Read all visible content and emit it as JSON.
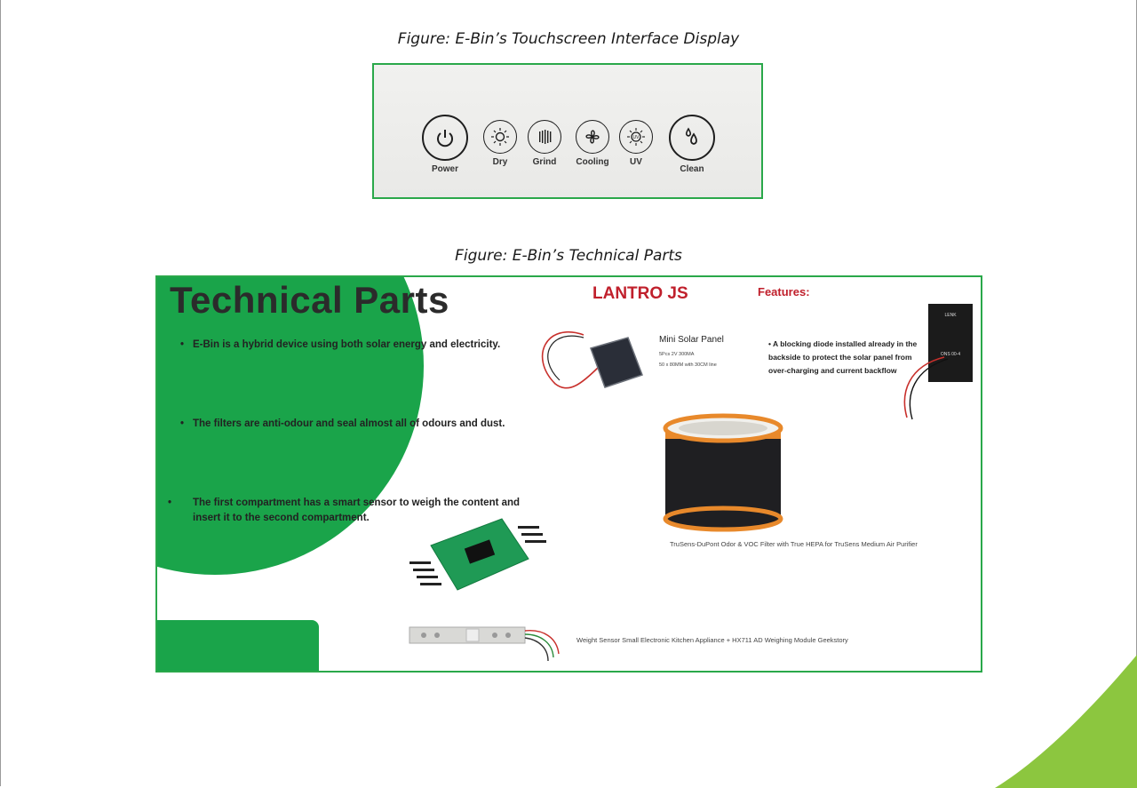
{
  "captions": {
    "touchscreen": "Figure: E-Bin’s Touchscreen Interface Display",
    "technical": "Figure: E-Bin’s Technical Parts"
  },
  "touch_buttons": [
    {
      "label": "Power",
      "icon": "power-icon"
    },
    {
      "label": "Dry",
      "icon": "sun-icon"
    },
    {
      "label": "Grind",
      "icon": "grind-icon"
    },
    {
      "label": "Cooling",
      "icon": "fan-icon"
    },
    {
      "label": "UV",
      "icon": "uv-icon"
    },
    {
      "label": "Clean",
      "icon": "droplets-icon"
    }
  ],
  "technical": {
    "title": "Technical Parts",
    "bullets": [
      "E-Bin is a hybrid device using both solar energy and electricity.",
      "The filters are anti-odour and seal almost all of odours and dust.",
      "The first compartment has a smart sensor to weigh the content and insert it to the second compartment."
    ],
    "brand": "LANTRO JS",
    "features_heading": "Features:",
    "features": [
      "A blocking diode installed already in the backside to protect the solar panel from over-charging and current backflow"
    ],
    "solar_panel": {
      "name": "Mini Solar Panel",
      "spec1": "5Pcs 2V 300MA",
      "spec2": "50 x 80MM with 30CM line"
    },
    "box_label_top": "LENK",
    "box_label_mid": "ONS 00-4",
    "filter_caption": "TruSens-DuPont Odor & VOC Filter with True HEPA for TruSens Medium Air Purifier",
    "sensor_caption": "Weight Sensor Small Electronic Kitchen Appliance + HX711 AD Weighing Module Geekstory"
  },
  "colors": {
    "green": "#1aa44a",
    "brand_red": "#c0202c",
    "frame_green": "#2aa84a"
  }
}
